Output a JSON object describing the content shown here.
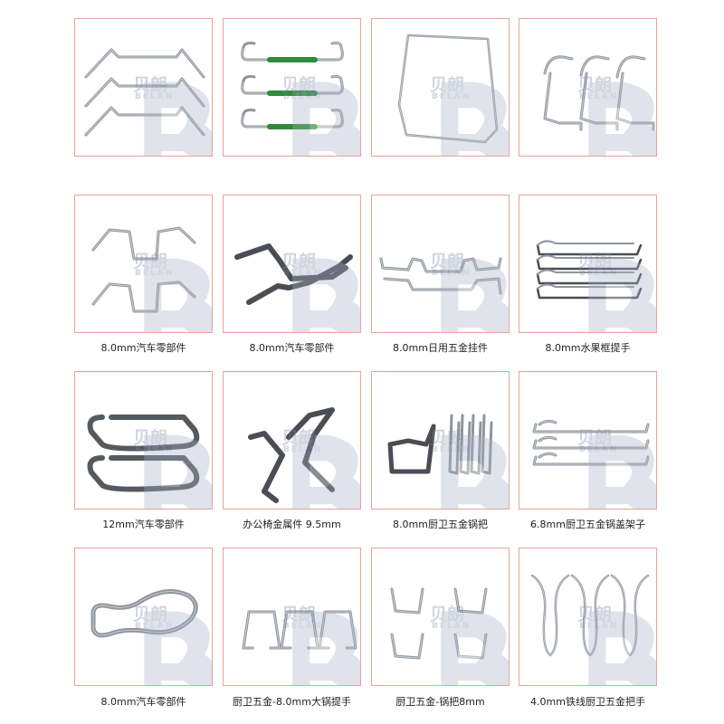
{
  "watermark": {
    "cn": "贝朗",
    "en": "BELAN"
  },
  "products": [
    {
      "caption": "",
      "icon": "wire-zigzag-handles-icon"
    },
    {
      "caption": "",
      "icon": "wire-green-sleeve-handles-icon"
    },
    {
      "caption": "",
      "icon": "wire-frame-rectangle-icon"
    },
    {
      "caption": "",
      "icon": "wire-hook-brackets-icon"
    },
    {
      "caption": "8.0mm汽车零部件",
      "icon": "wire-bent-automotive-icon"
    },
    {
      "caption": "8.0mm汽车零部件",
      "icon": "wire-dark-automotive-icon"
    },
    {
      "caption": "8.0mm日用五金挂件",
      "icon": "wire-hardware-hanger-icon"
    },
    {
      "caption": "8.0mm水果框提手",
      "icon": "wire-fruit-basket-handle-icon"
    },
    {
      "caption": "12mm汽车零部件",
      "icon": "wire-u-loop-automotive-icon"
    },
    {
      "caption": "办公椅金属件 9.5mm",
      "icon": "wire-chair-part-icon"
    },
    {
      "caption": "8.0mm厨卫五金锅把",
      "icon": "wire-pot-handle-icon"
    },
    {
      "caption": "6.8mm厨卫五金锅盖架子",
      "icon": "wire-lid-rack-icon"
    },
    {
      "caption": "8.0mm汽车零部件",
      "icon": "wire-loop-automotive-icon"
    },
    {
      "caption": "厨卫五金-8.0mm大锅提手",
      "icon": "wire-large-pot-handle-icon"
    },
    {
      "caption": "厨卫五金-锅把8mm",
      "icon": "wire-pot-grip-icon"
    },
    {
      "caption": "4.0mm铁线厨卫五金把手",
      "icon": "wire-steel-handle-icon"
    }
  ],
  "colors": {
    "border": "#e8a29a",
    "wire": "#8f959c",
    "wire_dark": "#4a4e54",
    "sleeve": "#2f8a3a"
  }
}
